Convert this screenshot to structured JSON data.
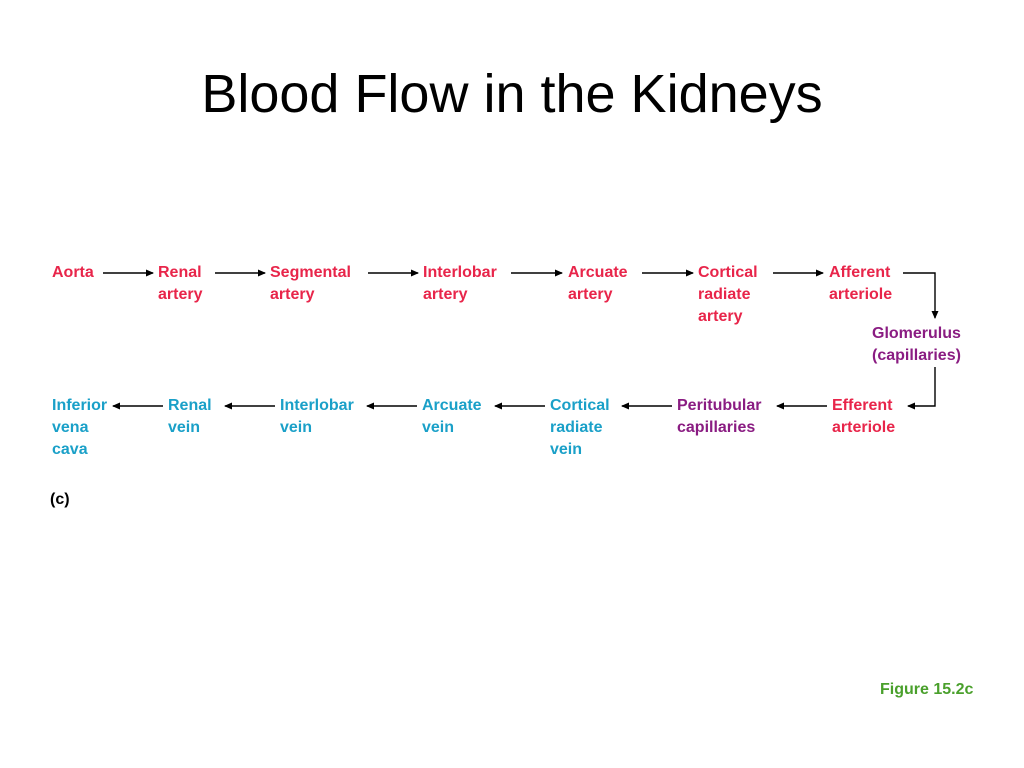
{
  "title": "Blood Flow in the Kidneys",
  "panel_label": "(c)",
  "figure_caption": "Figure 15.2c",
  "colors": {
    "artery": "#e8254a",
    "capillary": "#8a1c82",
    "vein": "#1aa0c8",
    "caption": "#4aa02c",
    "arrow": "#000000"
  },
  "arterial_path": [
    {
      "lines": [
        "Aorta"
      ]
    },
    {
      "lines": [
        "Renal",
        "artery"
      ]
    },
    {
      "lines": [
        "Segmental",
        "artery"
      ]
    },
    {
      "lines": [
        "Interlobar",
        "artery"
      ]
    },
    {
      "lines": [
        "Arcuate",
        "artery"
      ]
    },
    {
      "lines": [
        "Cortical",
        "radiate",
        "artery"
      ]
    },
    {
      "lines": [
        "Afferent",
        "arteriole"
      ]
    }
  ],
  "glomerulus": {
    "lines": [
      "Glomerulus",
      "(capillaries)"
    ]
  },
  "venous_path": [
    {
      "lines": [
        "Efferent",
        "arteriole"
      ]
    },
    {
      "lines": [
        "Peritubular",
        "capillaries"
      ]
    },
    {
      "lines": [
        "Cortical",
        "radiate",
        "vein"
      ]
    },
    {
      "lines": [
        "Arcuate",
        "vein"
      ]
    },
    {
      "lines": [
        "Interlobar",
        "vein"
      ]
    },
    {
      "lines": [
        "Renal",
        "vein"
      ]
    },
    {
      "lines": [
        "Inferior",
        "vena",
        "cava"
      ]
    }
  ]
}
